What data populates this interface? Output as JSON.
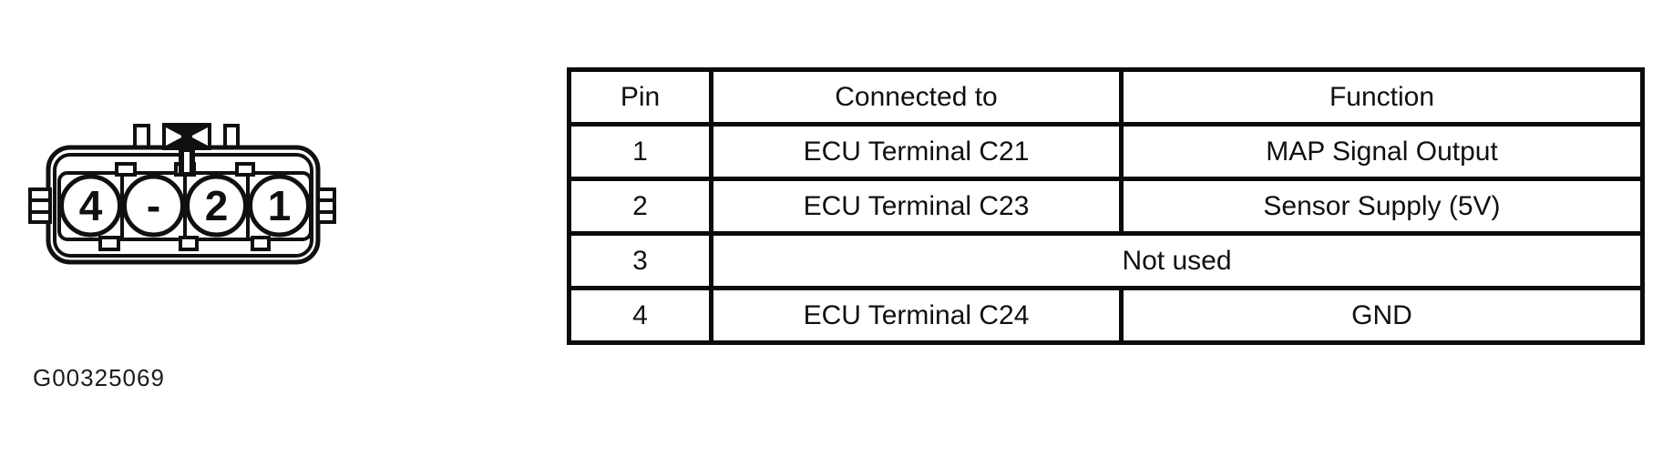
{
  "figure": {
    "label": "G00325069"
  },
  "connector": {
    "description": "4-pin MAP sensor connector face view",
    "pin_cavity_labels": [
      "4",
      "-",
      "2",
      "1"
    ]
  },
  "pin_table": {
    "headers": [
      "Pin",
      "Connected to",
      "Function"
    ],
    "rows": [
      {
        "pin": "1",
        "connected_to": "ECU Terminal C21",
        "function": "MAP Signal Output"
      },
      {
        "pin": "2",
        "connected_to": "ECU Terminal C23",
        "function": "Sensor Supply (5V)"
      },
      {
        "pin": "3",
        "merged": "Not used"
      },
      {
        "pin": "4",
        "connected_to": "ECU Terminal C24",
        "function": "GND"
      }
    ]
  },
  "colors": {
    "ink": "#0b0b0b",
    "paper": "#ffffff"
  }
}
